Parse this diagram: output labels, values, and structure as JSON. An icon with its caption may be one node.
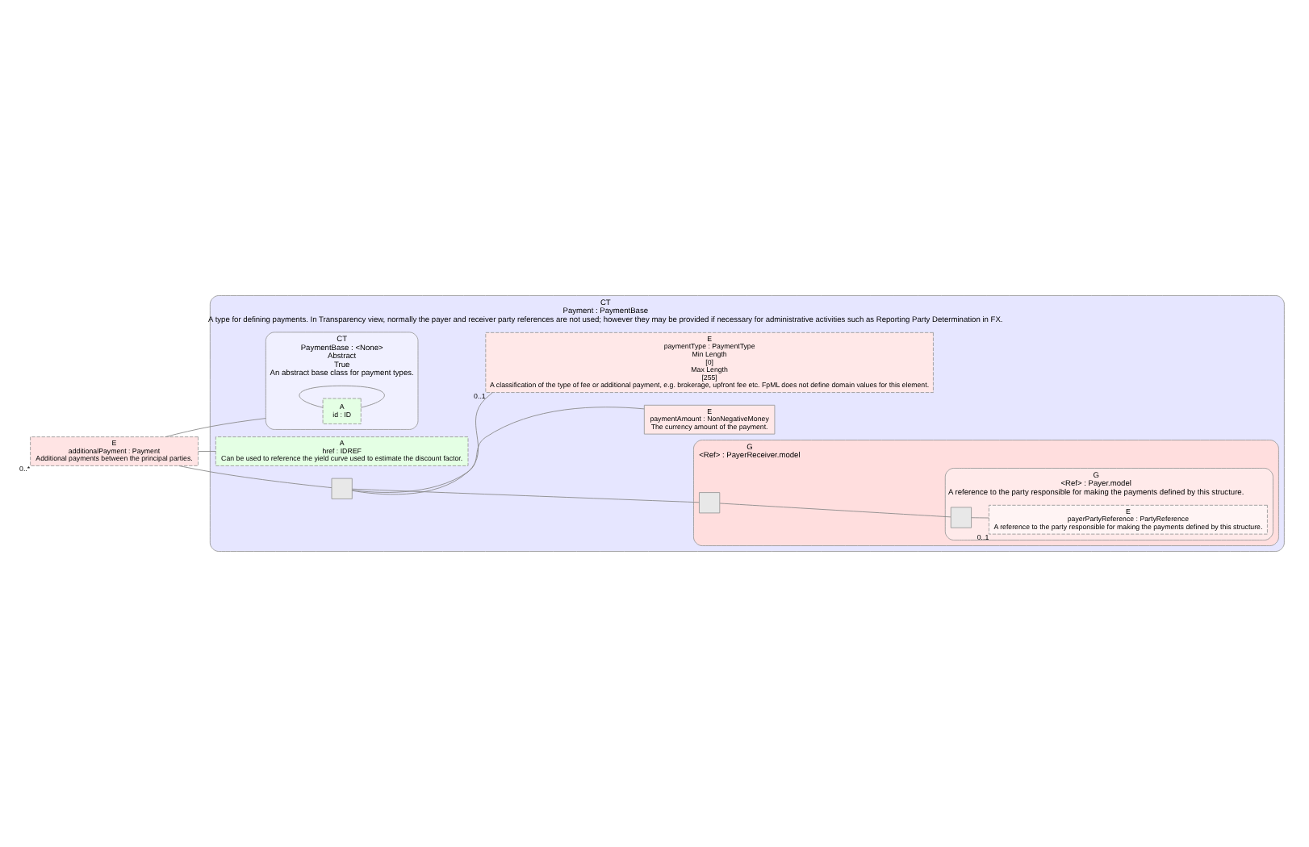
{
  "diagram": {
    "nodes": [
      {
        "text": [
          "E",
          "additionalPayment : Payment",
          "Additional payments between the principal parties."
        ],
        "beside": [
          "0..*"
        ]
      },
      {
        "text": [
          "CT",
          "Payment : PaymentBase",
          "A type for defining payments. In Transparency view, normally the payer and receiver party references are not used; however they may be provided if necessary for administrative activities such as Reporting Party Determination in FX."
        ]
      },
      {
        "text": [
          "A",
          "href : IDREF",
          "Can be used to reference the yield curve used to estimate the discount factor."
        ],
        "in": 1
      },
      {
        "text": [
          "CT",
          "PaymentBase : <None>",
          "Abstract",
          "True",
          "An abstract base class for payment types."
        ],
        "in": 1
      },
      {
        "text": [
          "A",
          "id : ID"
        ],
        "in": 3
      },
      {
        "text": [],
        "shape": "box",
        "in": 1
      },
      {
        "text": [
          "G",
          "<Ref> : PayerReceiver.model"
        ],
        "in": 1
      },
      {
        "text": [],
        "shape": "box",
        "in": 6
      },
      {
        "text": [
          "G",
          "<Ref> : Payer.model",
          "A reference to the party responsible for making the payments defined by this structure."
        ],
        "in": 6
      },
      {
        "text": [],
        "shape": "box",
        "in": 8
      },
      {
        "text": [
          "E",
          "payerPartyReference : PartyReference",
          "A reference to the party responsible for making the payments defined by this structure."
        ],
        "beside": [
          "0..1"
        ],
        "in": 8
      },
      {
        "text": [
          "E",
          "paymentAmount : NonNegativeMoney",
          "The currency amount of the payment."
        ],
        "in": 1
      },
      {
        "text": [
          "E",
          "paymentType : PaymentType",
          "Min Length",
          "[0]",
          "Max Length",
          "[255]",
          "A classification of the type of fee or additional payment, e.g. brokerage, upfront fee etc. FpML does not define domain values for this element."
        ],
        "beside": [
          "0..1"
        ],
        "in": 1
      }
    ],
    "edges": [
      {
        "from": 0,
        "to": 2,
        "arrow": "none"
      },
      {
        "from": 0,
        "to": 3,
        "arrow": "none"
      },
      {
        "from": 0,
        "to": 5,
        "arrow": "none"
      },
      {
        "from": 3,
        "to": 4,
        "arrow": "none"
      },
      {
        "from": 5,
        "to": 7,
        "arrow": "none"
      },
      {
        "from": 7,
        "to": 9,
        "arrow": "none"
      },
      {
        "from": 9,
        "to": 10,
        "arrow": "none"
      },
      {
        "from": 5,
        "to": 11,
        "arrow": "none"
      },
      {
        "from": 5,
        "to": 12,
        "arrow": "none"
      }
    ]
  }
}
